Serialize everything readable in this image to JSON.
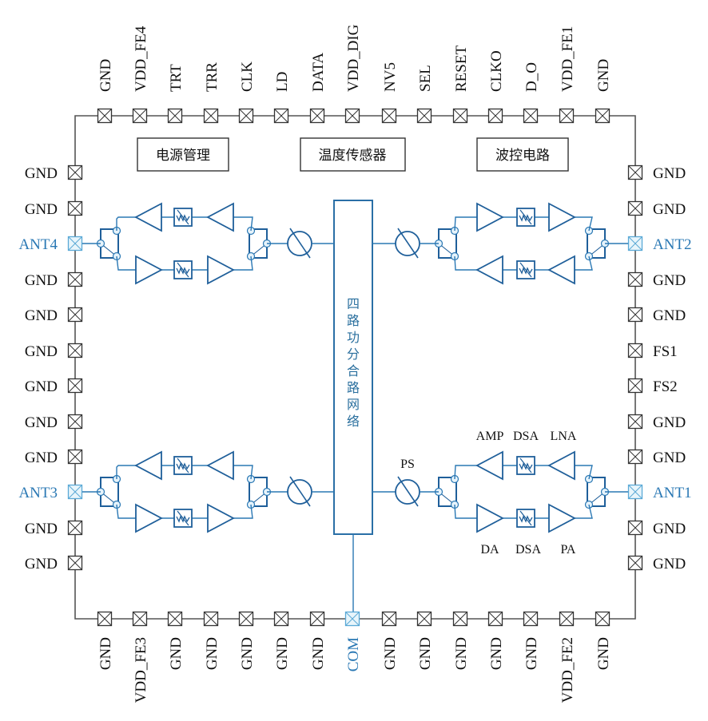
{
  "diagram": {
    "title_blocks": [
      {
        "id": "power",
        "label": "电源管理"
      },
      {
        "id": "temp",
        "label": "温度传感器"
      },
      {
        "id": "wave",
        "label": "波控电路"
      }
    ],
    "center_block": {
      "label_chars": [
        "四",
        "路",
        "功",
        "分",
        "合",
        "路",
        "网",
        "络"
      ]
    },
    "pins": {
      "top": [
        "GND",
        "VDD_FE4",
        "TRT",
        "TRR",
        "CLK",
        "LD",
        "DATA",
        "VDD_DIG",
        "NV5",
        "SEL",
        "RESET",
        "CLKO",
        "D_O",
        "VDD_FE1",
        "GND"
      ],
      "bottom": [
        "GND",
        "VDD_FE3",
        "GND",
        "GND",
        "GND",
        "GND",
        "GND",
        "COM",
        "GND",
        "GND",
        "GND",
        "GND",
        "GND",
        "VDD_FE2",
        "GND"
      ],
      "left": [
        "GND",
        "GND",
        "ANT4",
        "GND",
        "GND",
        "GND",
        "GND",
        "GND",
        "GND",
        "ANT3",
        "GND",
        "GND"
      ],
      "right": [
        "GND",
        "GND",
        "ANT2",
        "GND",
        "GND",
        "FS1",
        "FS2",
        "GND",
        "GND",
        "ANT1",
        "GND",
        "GND"
      ]
    },
    "highlighted_pins": [
      "ANT1",
      "ANT2",
      "ANT3",
      "ANT4",
      "COM"
    ],
    "channel_labels": {
      "ps": "PS",
      "rx_top": [
        "AMP",
        "DSA",
        "LNA"
      ],
      "tx_bottom": [
        "DA",
        "DSA",
        "PA"
      ]
    },
    "colors": {
      "blue": "#2a78b4",
      "dark_blue": "#1f5f9a",
      "pin_border": "#333333",
      "text": "#111111"
    }
  }
}
